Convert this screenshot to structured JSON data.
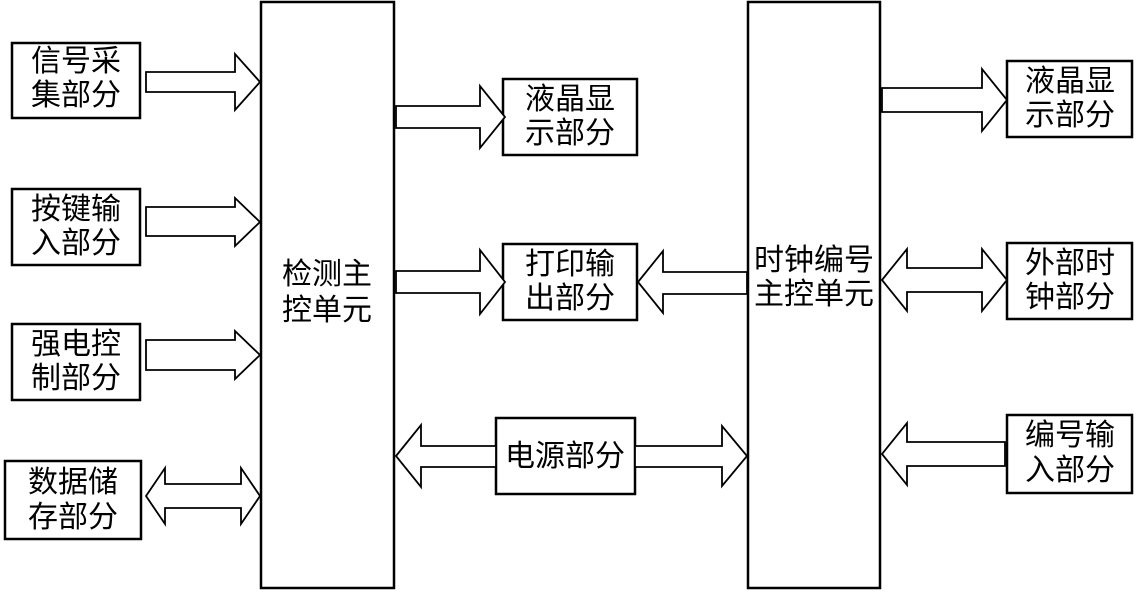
{
  "blocks": {
    "signal_acquisition": [
      "信号采",
      "集部分"
    ],
    "key_input": [
      "按键输",
      "入部分"
    ],
    "power_control": [
      "强电控",
      "制部分"
    ],
    "data_storage": [
      "数据储",
      "存部分"
    ],
    "detection_main_control": [
      "检测主",
      "控单元"
    ],
    "lcd_display_center": [
      "液晶显",
      "示部分"
    ],
    "print_output": [
      "打印输",
      "出部分"
    ],
    "power_supply": [
      "电源部分"
    ],
    "clock_numbering_main_control": [
      "时钟编号",
      "主控单元"
    ],
    "lcd_display_right": [
      "液晶显",
      "示部分"
    ],
    "external_clock": [
      "外部时",
      "钟部分"
    ],
    "number_input": [
      "编号输",
      "入部分"
    ]
  }
}
